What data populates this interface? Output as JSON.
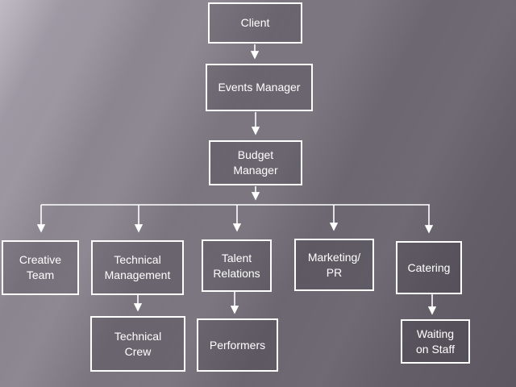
{
  "colors": {
    "background_top_left": "#b4adb8",
    "background_mid": "#7d7781",
    "background_bottom_right": "#5c5760",
    "box_fill": "rgba(47,43,52,0.22)",
    "box_border": "#ffffff",
    "text": "#ffffff",
    "connector": "#ffffff"
  },
  "diagram": {
    "type": "org-chart",
    "nodes": {
      "client": {
        "label": "Client"
      },
      "events_manager": {
        "label": "Events Manager"
      },
      "budget_manager": {
        "label": "Budget\nManager"
      },
      "creative_team": {
        "label": "Creative\nTeam"
      },
      "technical_management": {
        "label": "Technical\nManagement"
      },
      "talent_relations": {
        "label": "Talent\nRelations"
      },
      "marketing_pr": {
        "label": "Marketing/\nPR"
      },
      "catering": {
        "label": "Catering"
      },
      "technical_crew": {
        "label": "Technical\nCrew"
      },
      "performers": {
        "label": "Performers"
      },
      "waiting_on_staff": {
        "label": "Waiting\non Staff"
      }
    },
    "edges": [
      [
        "client",
        "events_manager"
      ],
      [
        "events_manager",
        "budget_manager"
      ],
      [
        "budget_manager",
        "creative_team"
      ],
      [
        "budget_manager",
        "technical_management"
      ],
      [
        "budget_manager",
        "talent_relations"
      ],
      [
        "budget_manager",
        "marketing_pr"
      ],
      [
        "budget_manager",
        "catering"
      ],
      [
        "technical_management",
        "technical_crew"
      ],
      [
        "talent_relations",
        "performers"
      ],
      [
        "catering",
        "waiting_on_staff"
      ]
    ]
  }
}
